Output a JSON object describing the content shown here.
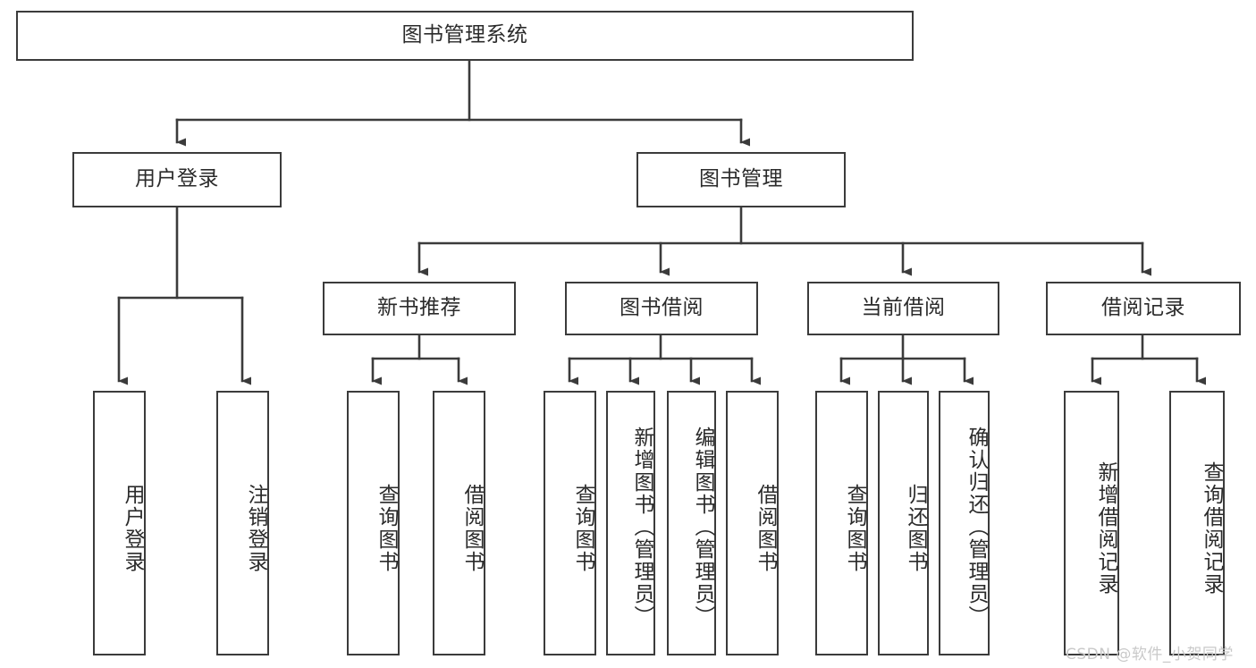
{
  "diagram": {
    "title": "图书管理系统",
    "type": "tree",
    "orientation": "top-down",
    "colors": {
      "stroke": "#3b3b3b",
      "fill": "#ffffff",
      "text": "#2b2b2b",
      "background": "#ffffff",
      "watermark": "#c9c9c9"
    },
    "watermark": "CSDN @软件_小贺同学",
    "levels": {
      "root": {
        "label": "图书管理系统"
      },
      "level2": [
        {
          "id": "user-login",
          "label": "用户登录"
        },
        {
          "id": "book-manage",
          "label": "图书管理"
        }
      ],
      "level3": [
        {
          "id": "new-book-recommend",
          "label": "新书推荐",
          "parent": "book-manage"
        },
        {
          "id": "book-borrow",
          "label": "图书借阅",
          "parent": "book-manage"
        },
        {
          "id": "current-borrow",
          "label": "当前借阅",
          "parent": "book-manage"
        },
        {
          "id": "borrow-record",
          "label": "借阅记录",
          "parent": "book-manage"
        }
      ],
      "leaves": [
        {
          "id": "leaf-user-login",
          "label": "用户登录",
          "parent": "user-login"
        },
        {
          "id": "leaf-logout-login",
          "label": "注销登录",
          "parent": "user-login"
        },
        {
          "id": "leaf-query-book-rec",
          "label": "查询图书",
          "parent": "new-book-recommend"
        },
        {
          "id": "leaf-borrow-book-rec",
          "label": "借阅图书",
          "parent": "new-book-recommend"
        },
        {
          "id": "leaf-query-book-borrow",
          "label": "查询图书",
          "parent": "book-borrow"
        },
        {
          "id": "leaf-add-book",
          "label": "新增图书（管理员）",
          "parent": "book-borrow"
        },
        {
          "id": "leaf-edit-book",
          "label": "编辑图书（管理员）",
          "parent": "book-borrow"
        },
        {
          "id": "leaf-borrow-book",
          "label": "借阅图书",
          "parent": "book-borrow"
        },
        {
          "id": "leaf-query-book-cur",
          "label": "查询图书",
          "parent": "current-borrow"
        },
        {
          "id": "leaf-return-book",
          "label": "归还图书",
          "parent": "current-borrow"
        },
        {
          "id": "leaf-confirm-return",
          "label": "确认归还（管理员）",
          "parent": "current-borrow"
        },
        {
          "id": "leaf-add-record",
          "label": "新增借阅记录",
          "parent": "borrow-record"
        },
        {
          "id": "leaf-query-record",
          "label": "查询借阅记录",
          "parent": "borrow-record"
        }
      ]
    }
  }
}
